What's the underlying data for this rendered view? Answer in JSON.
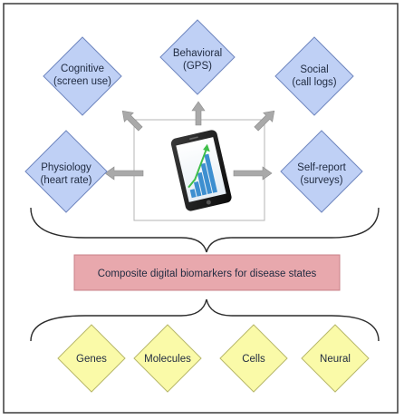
{
  "sources": [
    {
      "id": "cognitive",
      "lines": [
        "Cognitive",
        "(screen use)"
      ]
    },
    {
      "id": "behavioral",
      "lines": [
        "Behavioral",
        "(GPS)"
      ]
    },
    {
      "id": "social",
      "lines": [
        "Social",
        "(call logs)"
      ]
    },
    {
      "id": "physiology",
      "lines": [
        "Physiology",
        "(heart rate)"
      ]
    },
    {
      "id": "self-report",
      "lines": [
        "Self-report",
        "(surveys)"
      ]
    }
  ],
  "banner": {
    "label": "Composite digital biomarkers for disease states"
  },
  "levels": [
    {
      "id": "genes",
      "label": "Genes"
    },
    {
      "id": "molecules",
      "label": "Molecules"
    },
    {
      "id": "cells",
      "label": "Cells"
    },
    {
      "id": "neural",
      "label": "Neural"
    }
  ],
  "colors": {
    "blue_fill": "#bfd0f5",
    "blue_stroke": "#6f86bf",
    "yellow_fill": "#fafaa8",
    "yellow_stroke": "#b7b76a",
    "banner_fill": "#e8a8ad",
    "banner_stroke": "#c98088",
    "arrow": "#a9a9a9"
  },
  "icons": {
    "center": "smartphone-growth-chart-icon"
  }
}
